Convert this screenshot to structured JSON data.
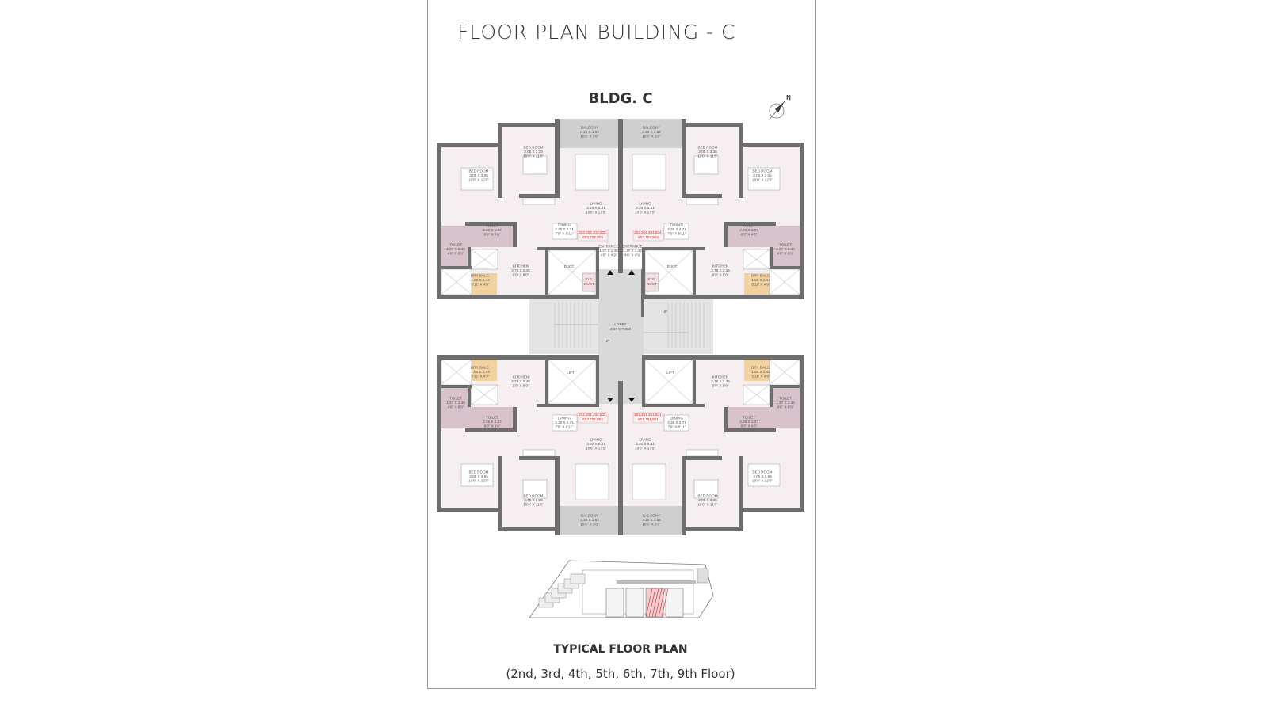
{
  "title": "FLOOR PLAN BUILDING - C",
  "building_label": "BLDG. C",
  "footer": {
    "heading": "TYPICAL FLOOR PLAN",
    "floors": "(2nd, 3rd, 4th, 5th, 6th, 7th, 9th Floor)"
  },
  "compass": {
    "north_label": "N"
  },
  "colors": {
    "wall": "#6e6e6e",
    "room_fill": "#f6eff1",
    "toilet_fill": "#d8c2cb",
    "dry_balcony_fill": "#f2d2a0",
    "balcony_fill": "#cfcfcf",
    "core_fill": "#d9d9d9",
    "unit_number_text": "#d0342c"
  },
  "rooms": {
    "balcony": [
      "BALCONY",
      "3.20 X 1.52",
      "10'6\" X 5'0\""
    ],
    "bedroom_a": [
      "BED ROOM",
      "3.05 X 3.65",
      "10'0\" X 12'0\""
    ],
    "bedroom_b": [
      "BED ROOM",
      "3.05 X 3.35",
      "10'0\" X 11'0\""
    ],
    "living": [
      "LIVING",
      "3.20 X 5.31",
      "10'6\" X 17'5\""
    ],
    "dining": [
      "DINING",
      "2.35 X 2.71",
      "7'9\" X 8'11\""
    ],
    "toilet_a": [
      "TOILET",
      "2.45 X 1.37",
      "8'0\" X 4'6\""
    ],
    "toilet_b": [
      "TOILET",
      "1.37 X 2.45",
      "4'6\" X 8'0\""
    ],
    "kitchen": [
      "KITCHEN",
      "2.75 X 2.45",
      "9'0\" X 8'0\""
    ],
    "dry_balcony": [
      "DRY BALC.",
      "1.80 X 1.44",
      "5'11\" X 4'9\""
    ],
    "entrance": [
      "ENTRANCE",
      "1.37 X 1.46",
      "4'6\" X 4'9\""
    ]
  },
  "core": {
    "lobby": [
      "LOBBY",
      "2.27 X 7.335"
    ],
    "up_label": "UP",
    "duct_label": "DUCT",
    "lift_label": "LIFT",
    "electrical_duct_label": [
      "ELE.",
      "DUCT"
    ]
  },
  "units": [
    {
      "position": "top-left",
      "unit_numbers": [
        "203,303,403,503,",
        "603,703,903"
      ]
    },
    {
      "position": "top-right",
      "unit_numbers": [
        "204,304,404,504,",
        "604,704,904"
      ]
    },
    {
      "position": "bottom-left",
      "unit_numbers": [
        "202,302,402,502,",
        "602,702,902"
      ]
    },
    {
      "position": "bottom-right",
      "unit_numbers": [
        "201,301,401,501,",
        "601,701,901"
      ]
    }
  ]
}
